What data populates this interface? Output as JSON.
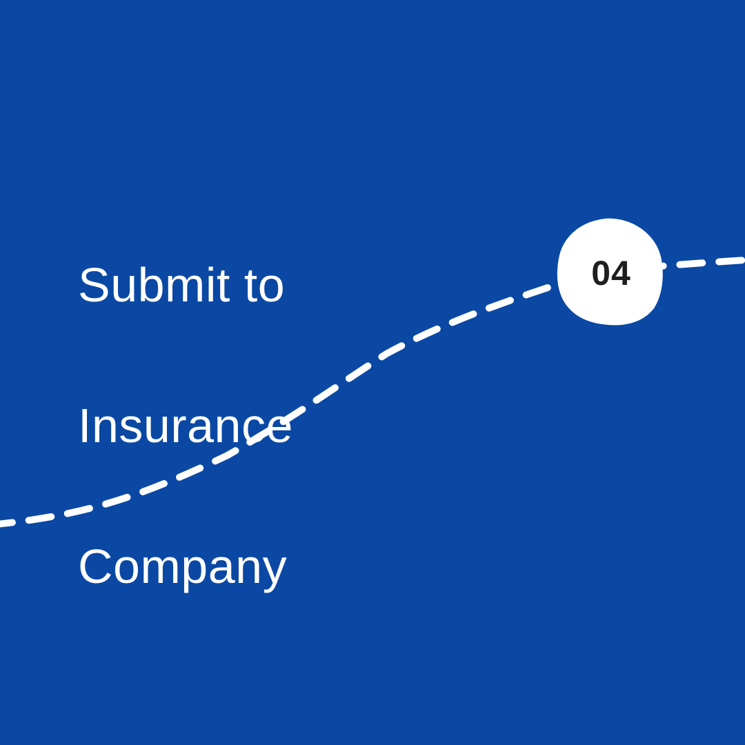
{
  "canvas": {
    "background_color": "#0A48A4"
  },
  "title": {
    "lines": [
      "Submit to",
      "Insurance",
      "Company"
    ],
    "color": "#FFFFFF"
  },
  "step_marker": {
    "number": "04",
    "bubble_color": "#FFFFFF",
    "number_color": "#201F1F"
  },
  "connector": {
    "style": "dashed",
    "color": "#FFFFFF"
  }
}
